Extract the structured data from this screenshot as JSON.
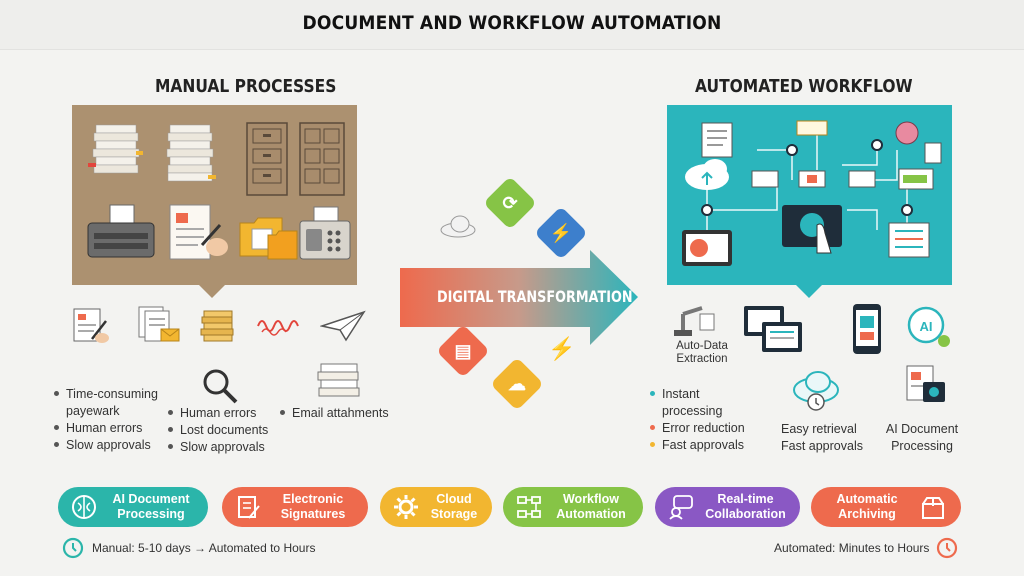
{
  "title": "DOCUMENT AND WORKFLOW AUTOMATION",
  "manual": {
    "heading": "MANUAL PROCESSES",
    "col1": [
      "Time-consuming",
      "payewark",
      "Human errors",
      "Slow approvals"
    ],
    "col2": [
      "Human errors",
      "Lost documents",
      "Slow approvals"
    ],
    "col3": [
      "Email attahments"
    ]
  },
  "automated": {
    "heading": "AUTOMATED WORKFLOW",
    "auto_data": "Auto-Data\nExtraction",
    "bullets": [
      "Instant",
      "processing",
      "Error reduction",
      "Fast approvals"
    ],
    "middle": [
      "Easy retrieval",
      "Fast approvals"
    ],
    "ai": "AI Document\nProcessing"
  },
  "center": {
    "label": "DIGITAL TRANSFORMATION"
  },
  "features": [
    {
      "label": "AI Document\nProcessing",
      "color": "#2bb5aa",
      "icon": "brain-icon"
    },
    {
      "label": "Electronic\nSignatures",
      "color": "#ee6a4d",
      "icon": "signature-icon"
    },
    {
      "label": "Cloud\nStorage",
      "color": "#f2b630",
      "icon": "gear-icon"
    },
    {
      "label": "Workflow\nAutomation",
      "color": "#86c446",
      "icon": "flow-icon"
    },
    {
      "label": "Real-time\nCollaboration",
      "color": "#8a58c4",
      "icon": "chat-icon"
    },
    {
      "label": "Automatic\nArchiving",
      "color": "#ee6a4d",
      "icon": "box-icon"
    }
  ],
  "footer": {
    "left": "Manual: 5-10 days → Automated to Hours",
    "right": "Automated: Minutes to Hours"
  },
  "colors": {
    "manual_panel": "#ac9170",
    "auto_panel": "#2bb5bc",
    "bullet_teal": "#2bb5bc",
    "bullet_red": "#ee6a4d",
    "bullet_yellow": "#f2b630"
  }
}
